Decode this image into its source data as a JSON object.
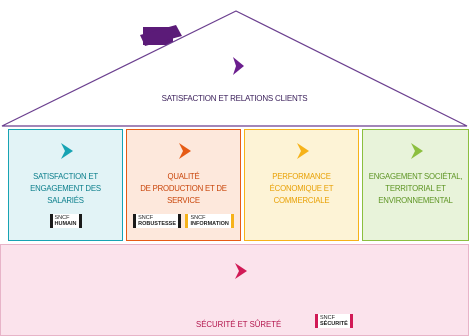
{
  "roof": {
    "label": "SATISFACTION ET RELATIONS CLIENTS"
  },
  "pillars": [
    {
      "lines": [
        "SATISFACTION ET",
        "ENGAGEMENT DES",
        "SALARIÉS"
      ],
      "badges": [
        {
          "line1": "SNCF",
          "line2": "HUMAIN"
        }
      ]
    },
    {
      "lines": [
        "QUALITÉ",
        "DE PRODUCTION ET DE",
        "SERVICE"
      ],
      "badges": [
        {
          "line1": "SNCF",
          "line2": "ROBUSTESSE"
        },
        {
          "line1": "SNCF",
          "line2": "INFORMATION"
        }
      ]
    },
    {
      "lines": [
        "PERFORMANCE",
        "ÉCONOMIQUE ET",
        "COMMERCIALE"
      ],
      "badges": []
    },
    {
      "lines": [
        "ENGAGEMENT SOCIÉTAL,",
        "TERRITORIAL ET",
        "ENVIRONNEMENTAL"
      ],
      "badges": []
    }
  ],
  "base": {
    "label": "SÉCURITÉ ET SÛRETÉ",
    "badge": {
      "line1": "SNCF",
      "line2": "SÉCURITÉ"
    }
  },
  "colors": {
    "roof_stroke": "#6b3f8f",
    "roof_arrow": "#6b1e8e",
    "chimney": "#5b1b78",
    "teal": "#17a3b3",
    "teal_bg": "#e2f3f6",
    "teal_text": "#0c7f8c",
    "orange": "#e65b15",
    "orange_bg": "#fde8dc",
    "orange_text": "#c9450a",
    "yellow": "#f6b21a",
    "yellow_bg": "#fdf3d6",
    "yellow_text": "#e8a106",
    "green": "#8cbf3f",
    "green_bg": "#e8f3da",
    "green_text": "#5e9524",
    "red": "#d11a56",
    "red_bg": "#fbe3ec",
    "red_text": "#b3154c",
    "badge_black": "#1a1a1a",
    "badge_orange": "#e65b15",
    "badge_yellow": "#f6b21a"
  }
}
